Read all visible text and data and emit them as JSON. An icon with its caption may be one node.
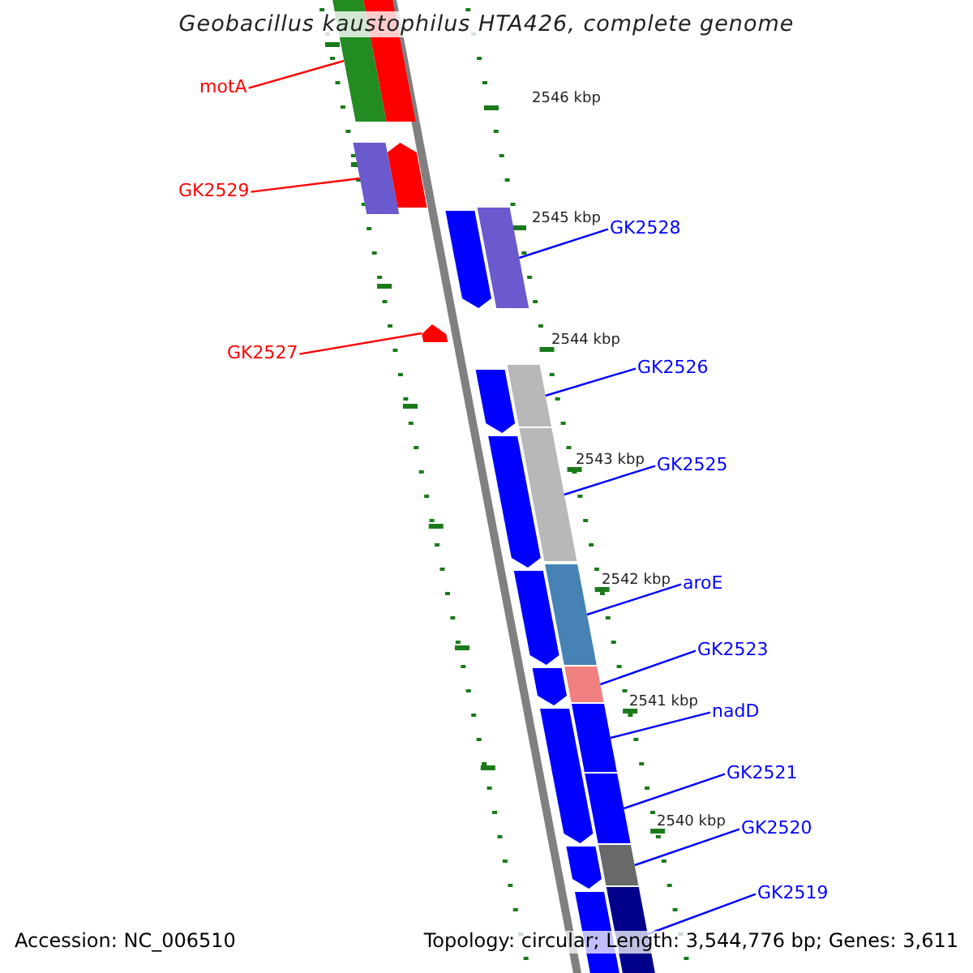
{
  "diagram": {
    "title": "Geobacillus kaustophilus HTA426, complete genome",
    "nodes": [
      {
        "text": [
          "motA"
        ]
      },
      {
        "text": [],
        "shape": "bar"
      },
      {
        "text": [
          "GK2529"
        ]
      },
      {
        "text": [],
        "shape": "bar"
      },
      {
        "text": [
          "GK2527"
        ]
      },
      {
        "text": [],
        "shape": "bar"
      },
      {
        "text": [
          "GK2528"
        ]
      },
      {
        "text": [],
        "shape": "bar"
      },
      {
        "text": [
          "GK2526"
        ]
      },
      {
        "text": [],
        "shape": "bar"
      },
      {
        "text": [
          "GK2525"
        ]
      },
      {
        "text": [],
        "shape": "bar"
      },
      {
        "text": [
          "aroE"
        ]
      },
      {
        "text": [],
        "shape": "bar"
      },
      {
        "text": [
          "GK2523"
        ]
      },
      {
        "text": [],
        "shape": "bar"
      },
      {
        "text": [
          "nadD"
        ]
      },
      {
        "text": [],
        "shape": "bar"
      },
      {
        "text": [
          "GK2521"
        ]
      },
      {
        "text": [],
        "shape": "bar"
      },
      {
        "text": [
          "GK2520"
        ]
      },
      {
        "text": [],
        "shape": "bar"
      },
      {
        "text": [
          "GK2519"
        ]
      },
      {
        "text": [],
        "shape": "bar"
      },
      {
        "text": [],
        "shape": "bar"
      },
      {
        "text": [],
        "shape": "bar"
      },
      {
        "text": [],
        "shape": "bar"
      },
      {
        "text": [],
        "shape": "bar"
      },
      {
        "text": [],
        "shape": "bar"
      },
      {
        "text": [],
        "shape": "bar"
      },
      {
        "text": [],
        "shape": "bar"
      },
      {
        "text": [],
        "shape": "bar"
      },
      {
        "text": [],
        "shape": "bar"
      },
      {
        "text": [],
        "shape": "bar"
      }
    ],
    "edges": [
      {
        "from": 0,
        "to": 1,
        "arrow": "none",
        "color": "#ff0000"
      },
      {
        "from": 2,
        "to": 3,
        "arrow": "none",
        "color": "#ff0000"
      },
      {
        "from": 4,
        "to": 5,
        "arrow": "none",
        "color": "#ff0000"
      },
      {
        "from": 6,
        "to": 7,
        "arrow": "none"
      },
      {
        "from": 8,
        "to": 9,
        "arrow": "none"
      },
      {
        "from": 10,
        "to": 11,
        "arrow": "none"
      },
      {
        "from": 12,
        "to": 13,
        "arrow": "none"
      },
      {
        "from": 14,
        "to": 15,
        "arrow": "none"
      },
      {
        "from": 16,
        "to": 17,
        "arrow": "none"
      },
      {
        "from": 18,
        "to": 19,
        "arrow": "none"
      },
      {
        "from": 20,
        "to": 21,
        "arrow": "none"
      },
      {
        "from": 22,
        "to": 23,
        "arrow": "none"
      }
    ],
    "labels": [
      "2546 kbp",
      "2545 kbp",
      "2544 kbp",
      "2543 kbp",
      "2542 kbp",
      "2541 kbp",
      "2540 kbp",
      "Accession: NC_006510",
      "Topology: circular; Length: 3,544,776 bp; Genes: 3,611"
    ]
  }
}
